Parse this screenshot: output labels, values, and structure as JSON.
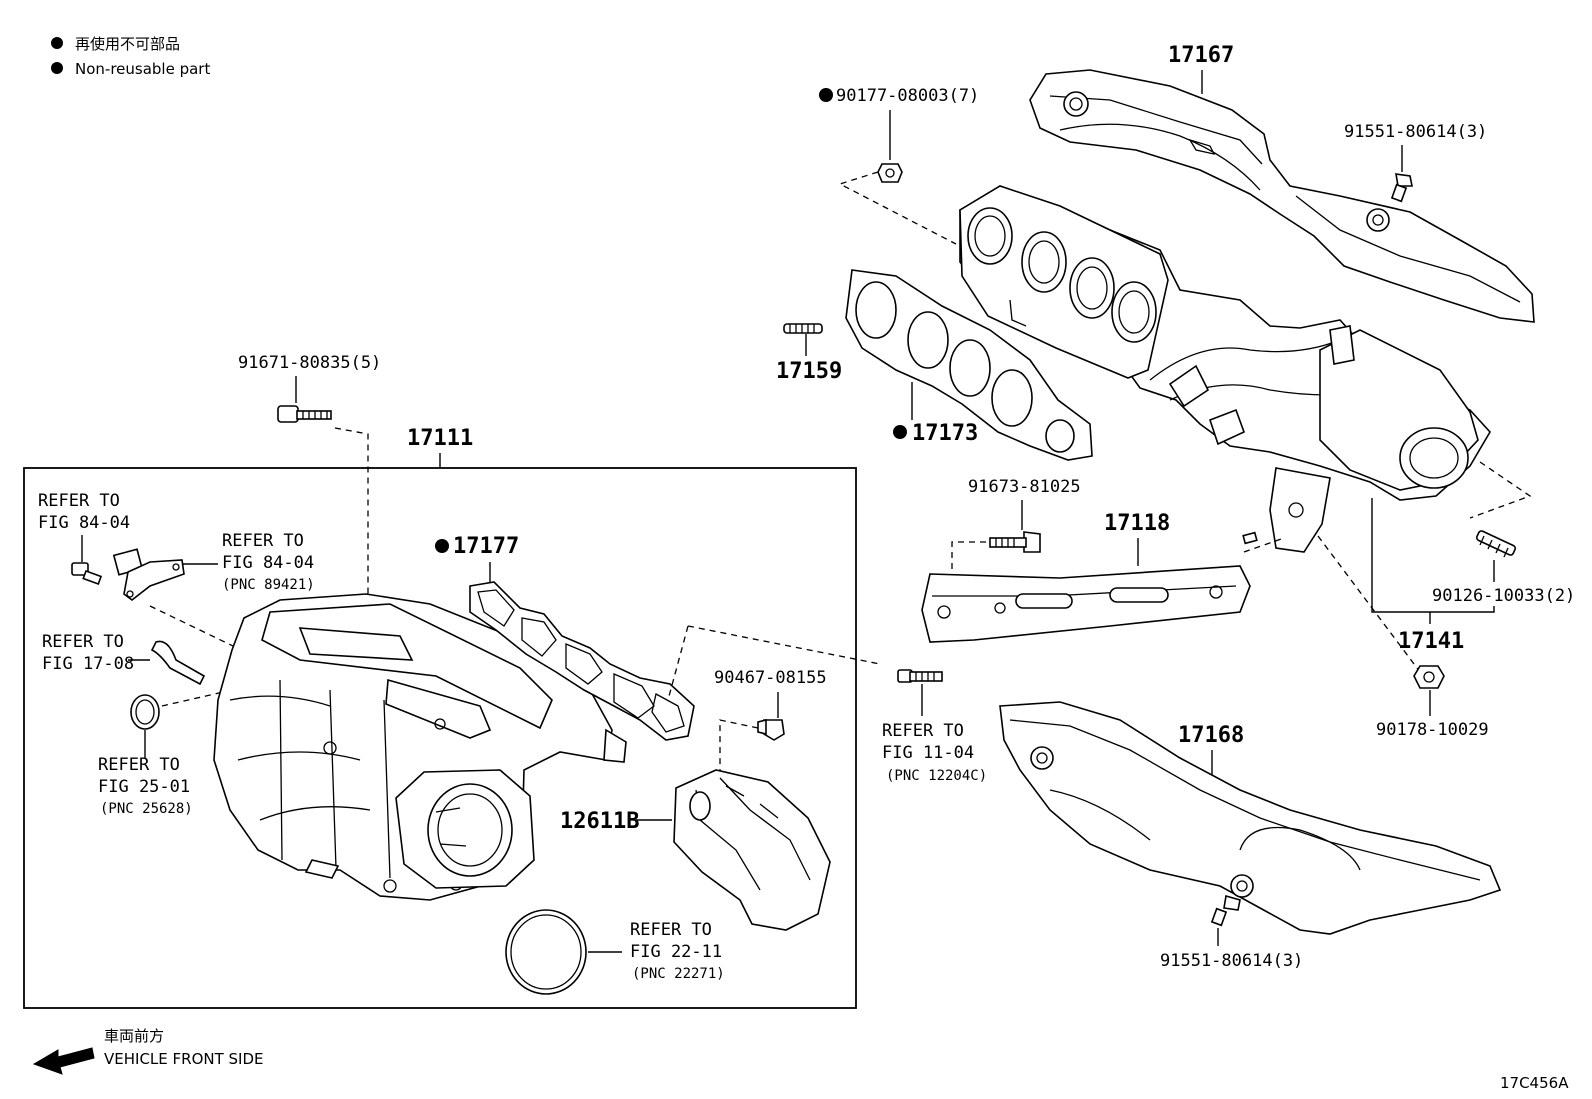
{
  "legend": {
    "jp_label": "再使用不可部品",
    "en_label": "Non-reusable part",
    "marker": "filled-circle"
  },
  "callouts": {
    "p17167": "17167",
    "p90177": "90177-08003(7)",
    "p91551_top": "91551-80614(3)",
    "p17159": "17159",
    "p17173": "17173",
    "p91671": "91671-80835(5)",
    "p17111": "17111",
    "p91673": "91673-81025",
    "p17118": "17118",
    "p17177": "17177",
    "p90126": "90126-10033(2)",
    "p17141": "17141",
    "p90467": "90467-08155",
    "p90178": "90178-10029",
    "p17168": "17168",
    "p12611B": "12611B",
    "p91551_bottom": "91551-80614(3)"
  },
  "references": {
    "ref_84_04_a": {
      "line1": "REFER TO",
      "line2": "FIG 84-04"
    },
    "ref_84_04_b": {
      "line1": "REFER TO",
      "line2": "FIG 84-04",
      "pnc": "(PNC 89421)"
    },
    "ref_17_08": {
      "line1": "REFER TO",
      "line2": "FIG 17-08"
    },
    "ref_25_01": {
      "line1": "REFER TO",
      "line2": "FIG 25-01",
      "pnc": "(PNC 25628)"
    },
    "ref_11_04": {
      "line1": "REFER TO",
      "line2": "FIG 11-04",
      "pnc": "(PNC 12204C)"
    },
    "ref_22_11": {
      "line1": "REFER TO",
      "line2": "FIG 22-11",
      "pnc": "(PNC 22271)"
    }
  },
  "direction": {
    "jp_label": "車両前方",
    "en_label": "VEHICLE FRONT SIDE"
  },
  "figure_code": "17C456A",
  "colors": {
    "ink": "#000000",
    "paper": "#ffffff"
  }
}
